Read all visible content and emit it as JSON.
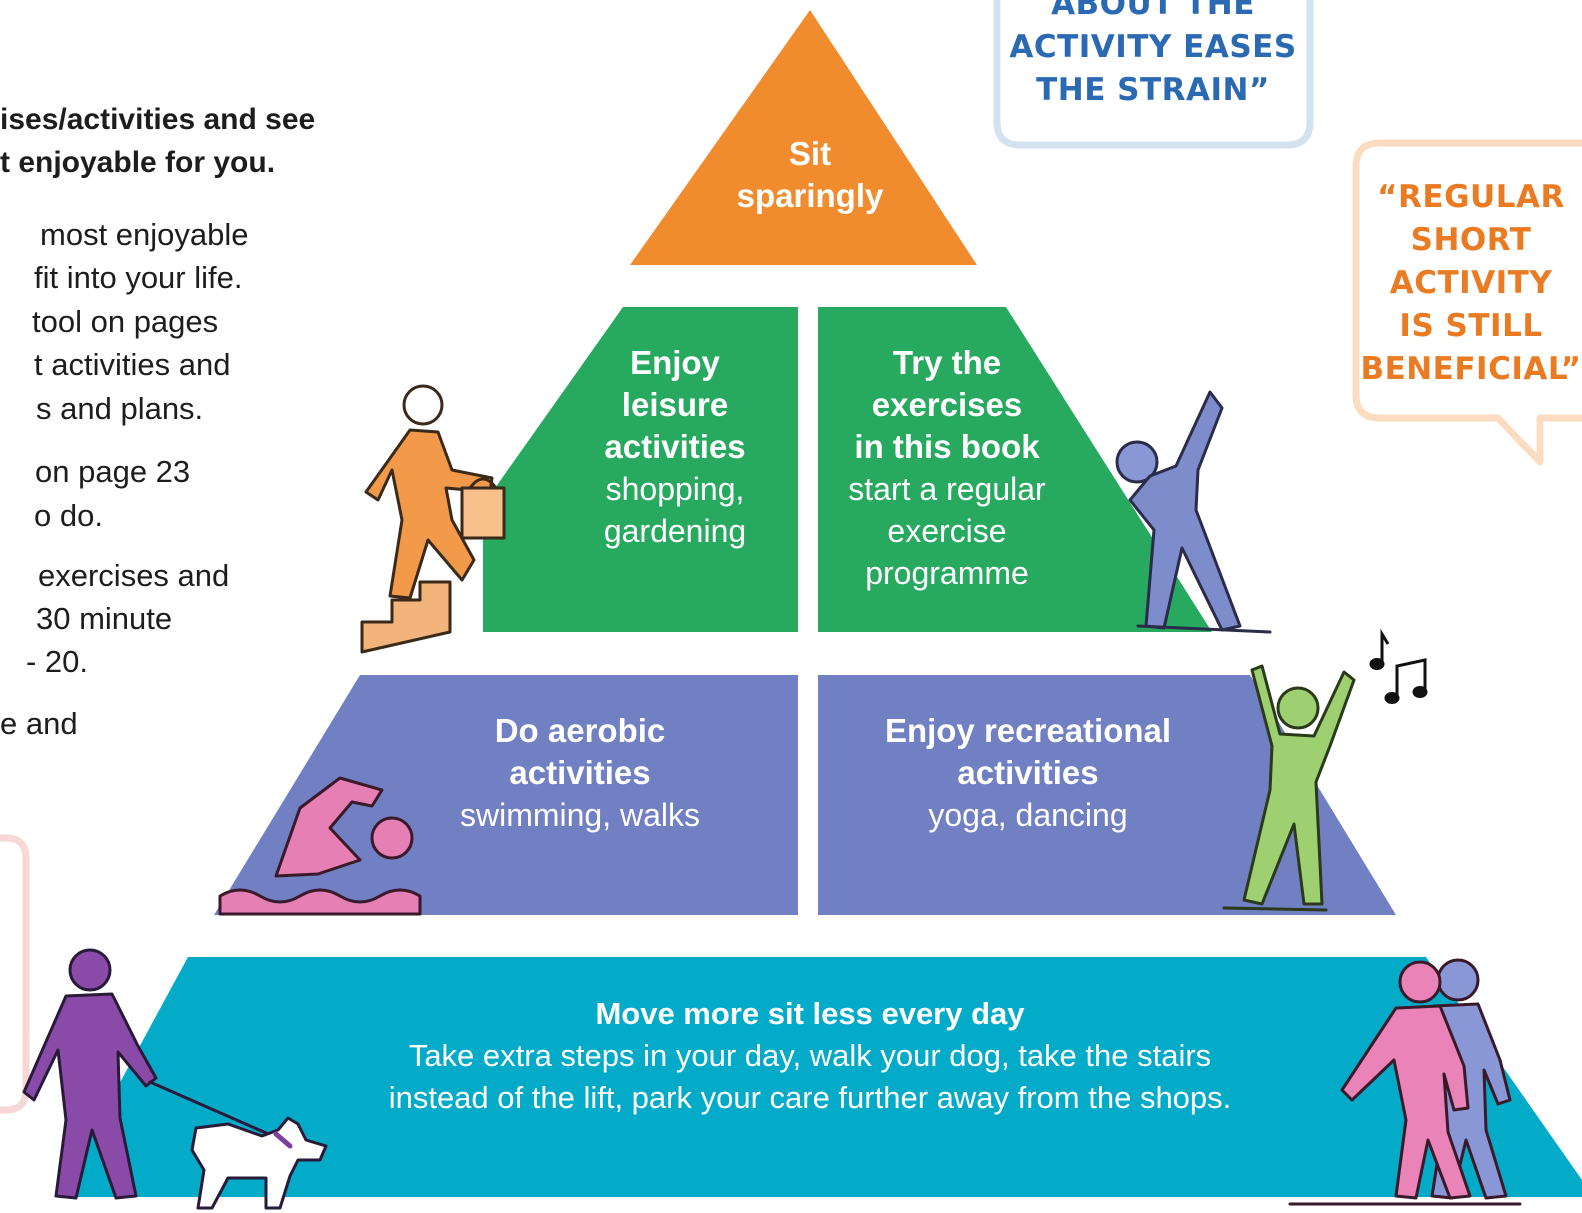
{
  "left_text": {
    "heading_lines": [
      "ises/activities and see",
      "t enjoyable for you."
    ],
    "paragraph_lines": [
      "most enjoyable",
      "fit into your life.",
      "tool on pages",
      "t activities and",
      "s and plans.",
      "on page 23",
      "o do.",
      "exercises and",
      "30 minute",
      "- 20.",
      "e and"
    ]
  },
  "pyramid": {
    "top": {
      "heading_lines": [
        "Sit",
        "sparingly"
      ]
    },
    "tier2_left": {
      "heading_lines": [
        "Enjoy",
        "leisure",
        "activities"
      ],
      "sub_lines": [
        "shopping,",
        "gardening"
      ]
    },
    "tier2_right": {
      "heading_lines": [
        "Try the",
        "exercises",
        "in this book"
      ],
      "sub_lines": [
        "start a regular",
        "exercise",
        "programme"
      ]
    },
    "tier3_left": {
      "heading_lines": [
        "Do aerobic",
        "activities"
      ],
      "sub_lines": [
        "swimming, walks"
      ]
    },
    "tier3_right": {
      "heading_lines": [
        "Enjoy recreational",
        "activities"
      ],
      "sub_lines": [
        "yoga, dancing"
      ]
    },
    "base": {
      "heading": "Move more sit less every day",
      "sub_lines": [
        "Take extra steps in your day, walk your dog, take the stairs",
        "instead of the lift, park your care further away from the shops."
      ]
    }
  },
  "callouts": {
    "top_quote_lines": [
      "ABOUT THE",
      "ACTIVITY EASES",
      "THE STRAIN”"
    ],
    "side_quote_lines": [
      "“REGULAR",
      "SHORT",
      "ACTIVITY",
      "IS STILL",
      "BENEFICIAL”"
    ]
  },
  "colors": {
    "orange": "#f08c2e",
    "green": "#27a95f",
    "purple": "#7180c2",
    "teal": "#03abc9",
    "callout_blue_border": "#d3e1f0",
    "callout_orange_border": "#fbdcc0",
    "quote_blue": "#2b6ab3",
    "quote_orange": "#ea7b22"
  },
  "icons": [
    "stair-climber-icon",
    "stretching-person-icon",
    "swimmer-icon",
    "dancer-icon",
    "music-notes-icon",
    "dog-walker-icon",
    "walking-couple-icon"
  ]
}
